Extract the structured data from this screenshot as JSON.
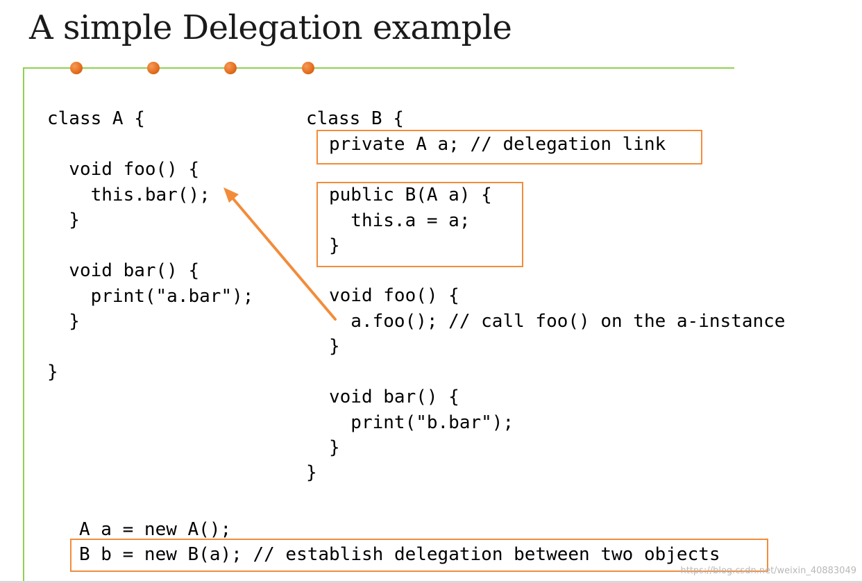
{
  "slide": {
    "title": "A simple Delegation example"
  },
  "class_a": {
    "lines": [
      "class A {",
      "",
      "  void foo() {",
      "    this.bar();",
      "  }",
      "",
      "  void bar() {",
      "    print(\"a.bar\");",
      "  }",
      "",
      "}"
    ]
  },
  "class_b": {
    "header": "class B {",
    "field": "private A a; // delegation link",
    "constructor": [
      "public B(A a) {",
      "  this.a = a;",
      "}"
    ],
    "foo": [
      "void foo() {",
      "  a.foo(); // call foo() on the a-instance",
      "}"
    ],
    "bar": [
      "void bar() {",
      "  print(\"b.bar\");",
      "}"
    ],
    "footer": "}"
  },
  "usage": {
    "line1": "A a = new A();",
    "line2": "B b = new B(a); // establish delegation between two objects"
  },
  "watermark": "https://blog.csdn.net/weixin_40883049",
  "colors": {
    "accent_orange": "#f28c3a",
    "rule_green": "#8fd14f"
  }
}
